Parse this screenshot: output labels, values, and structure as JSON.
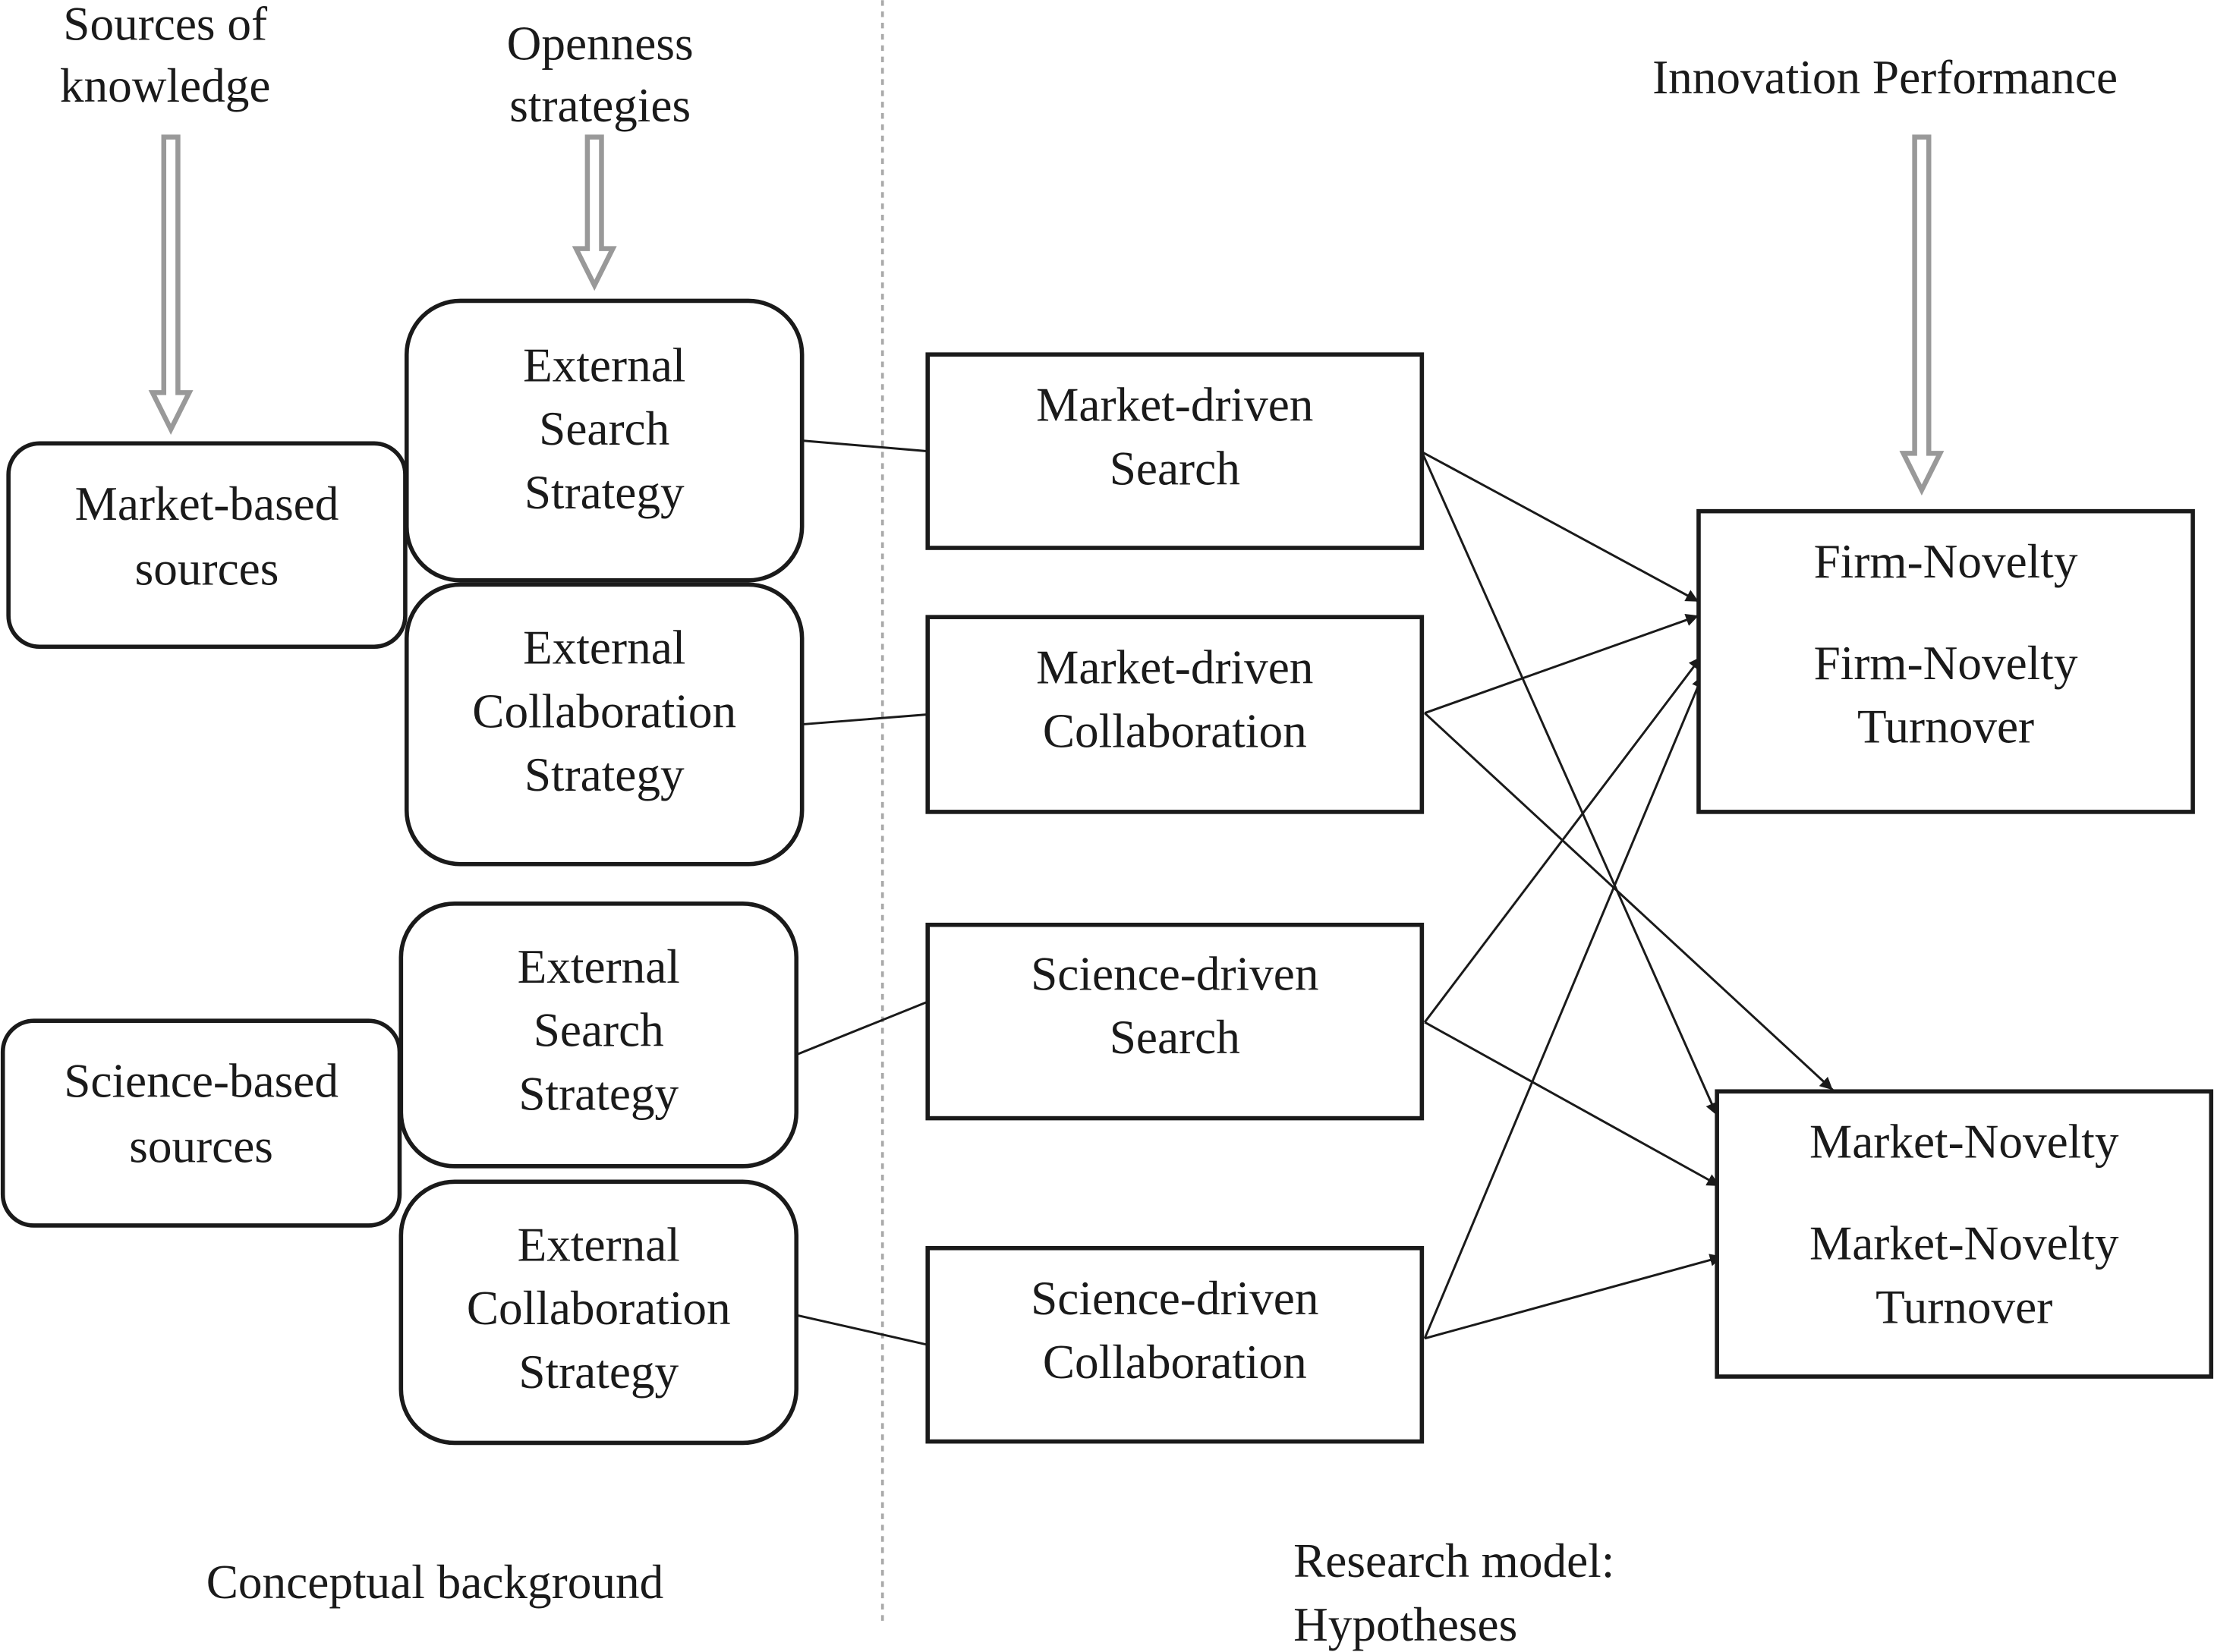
{
  "headers": {
    "sources": [
      "Sources of",
      "knowledge"
    ],
    "openness": [
      "Openness",
      "strategies"
    ],
    "innovation": [
      "Innovation Performance"
    ]
  },
  "sources": [
    {
      "id": "market",
      "lines": [
        "Market-based",
        "sources"
      ]
    },
    {
      "id": "science",
      "lines": [
        "Science-based",
        "sources"
      ]
    }
  ],
  "strategies": [
    {
      "id": "m-search",
      "lines": [
        "External",
        "Search",
        "Strategy"
      ]
    },
    {
      "id": "m-collab",
      "lines": [
        "External",
        "Collaboration",
        "Strategy"
      ]
    },
    {
      "id": "s-search",
      "lines": [
        "External",
        "Search",
        "Strategy"
      ]
    },
    {
      "id": "s-collab",
      "lines": [
        "External",
        "Collaboration",
        "Strategy"
      ]
    }
  ],
  "drivers": [
    {
      "id": "md-search",
      "lines": [
        "Market-driven",
        "Search"
      ]
    },
    {
      "id": "md-collab",
      "lines": [
        "Market-driven",
        "Collaboration"
      ]
    },
    {
      "id": "sd-search",
      "lines": [
        "Science-driven",
        "Search"
      ]
    },
    {
      "id": "sd-collab",
      "lines": [
        "Science-driven",
        "Collaboration"
      ]
    }
  ],
  "outcomes": [
    {
      "id": "firm",
      "lines": [
        "Firm-Novelty",
        "",
        "Firm-Novelty",
        "Turnover"
      ]
    },
    {
      "id": "market-nov",
      "lines": [
        "Market-Novelty",
        "",
        "Market-Novelty",
        "Turnover"
      ]
    }
  ],
  "footer": {
    "left": [
      "Conceptual background"
    ],
    "right": [
      "Research model:",
      "Hypotheses"
    ]
  },
  "edges": [
    {
      "from": "md-search",
      "to": "firm"
    },
    {
      "from": "md-search",
      "to": "market-nov"
    },
    {
      "from": "md-collab",
      "to": "firm"
    },
    {
      "from": "md-collab",
      "to": "market-nov"
    },
    {
      "from": "sd-search",
      "to": "firm"
    },
    {
      "from": "sd-search",
      "to": "market-nov"
    },
    {
      "from": "sd-collab",
      "to": "firm"
    },
    {
      "from": "sd-collab",
      "to": "market-nov"
    }
  ]
}
